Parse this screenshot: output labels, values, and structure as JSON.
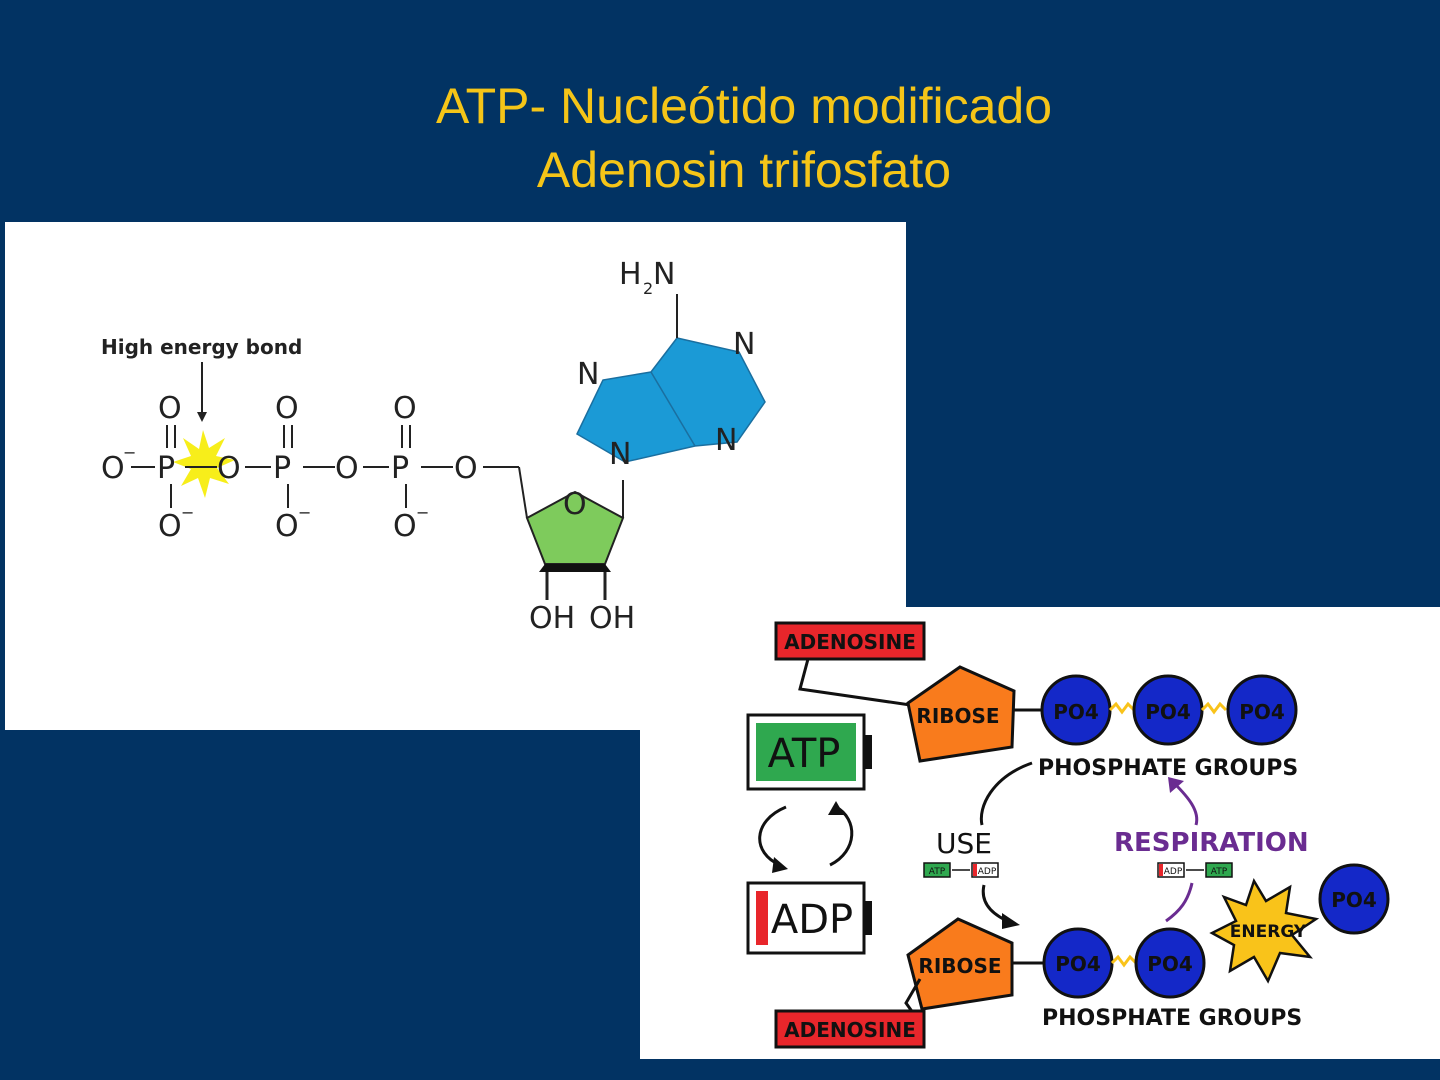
{
  "slide": {
    "title_line1": "ATP- Nucleótido modificado",
    "title_line2": "Adenosin trifosfato"
  },
  "structure": {
    "bond_label": "High energy bond",
    "atom_O": "O",
    "atom_O_minus": "O",
    "charge_minus": "−",
    "atom_P": "P",
    "atom_N": "N",
    "amine_H": "H",
    "amine_sub": "2",
    "amine_N": "N",
    "hydroxyl": "OH",
    "colors": {
      "adenine": "#1b9ad6",
      "ribose": "#7ecb5c",
      "bond_burst": "#f7ee1a"
    }
  },
  "cycle": {
    "adenosine_label": "ADENOSINE",
    "ribose_label": "RIBOSE",
    "phosphate_label": "PO4",
    "phosphate_groups_label": "PHOSPHATE GROUPS",
    "atp_battery_label": "ATP",
    "adp_battery_label": "ADP",
    "use_label": "USE",
    "respiration_label": "RESPIRATION",
    "energy_label": "ENERGY",
    "mini_atp": "ATP",
    "mini_adp": "ADP",
    "colors": {
      "adenosine": "#e8262b",
      "ribose": "#f97b1c",
      "phosphate": "#1428c8",
      "battery_green": "#2fa84f",
      "respiration": "#6a2c91",
      "energy": "#f9c31a"
    }
  }
}
